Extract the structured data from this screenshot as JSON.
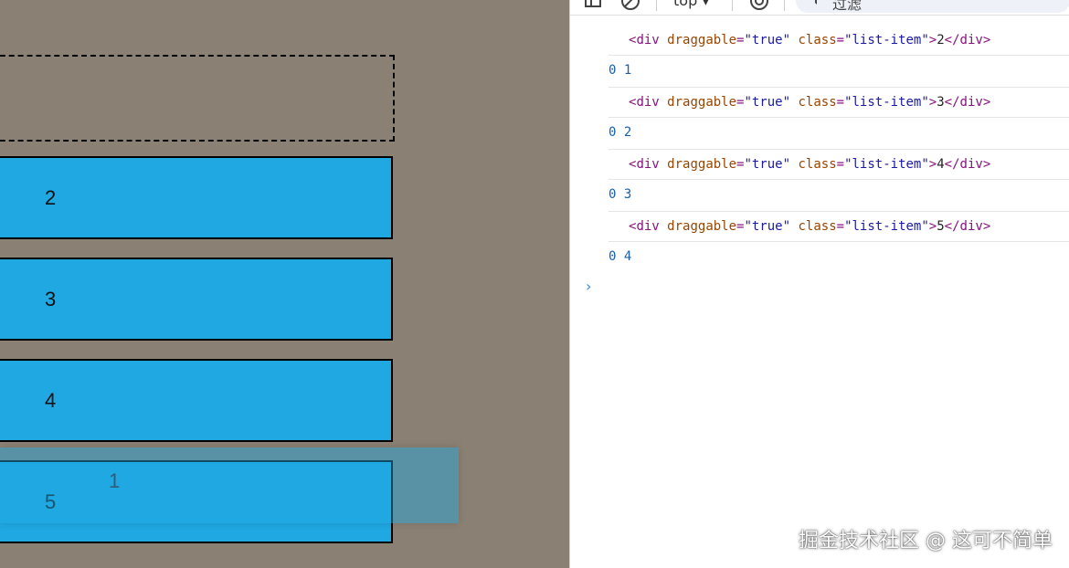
{
  "app": {
    "placeholder_label": "",
    "items": [
      {
        "label": "2"
      },
      {
        "label": "3"
      },
      {
        "label": "4"
      },
      {
        "label": "5"
      }
    ],
    "dragging_item": {
      "label": "1"
    }
  },
  "devtools": {
    "toolbar": {
      "context": "top",
      "context_caret": "▾",
      "filter_placeholder": "过滤",
      "icons": [
        "sidebar-icon",
        "clear-console-icon",
        "eye-icon",
        "funnel-icon"
      ]
    },
    "console": {
      "entries": [
        {
          "type": "element",
          "tag": "div",
          "attr1": "draggable",
          "val1": "\"true\"",
          "attr2": "class",
          "val2": "\"list-item\"",
          "text": "2"
        },
        {
          "type": "log",
          "text": "0 1"
        },
        {
          "type": "element",
          "tag": "div",
          "attr1": "draggable",
          "val1": "\"true\"",
          "attr2": "class",
          "val2": "\"list-item\"",
          "text": "3"
        },
        {
          "type": "log",
          "text": "0 2"
        },
        {
          "type": "element",
          "tag": "div",
          "attr1": "draggable",
          "val1": "\"true\"",
          "attr2": "class",
          "val2": "\"list-item\"",
          "text": "4"
        },
        {
          "type": "log",
          "text": "0 3"
        },
        {
          "type": "element",
          "tag": "div",
          "attr1": "draggable",
          "val1": "\"true\"",
          "attr2": "class",
          "val2": "\"list-item\"",
          "text": "5"
        },
        {
          "type": "log",
          "text": "0 4"
        }
      ],
      "prompt": "›"
    }
  },
  "watermark": "掘金技术社区 @ 这可不简单",
  "colors": {
    "item_bg": "#1fa8e2",
    "page_bg": "#8b8074",
    "tag": "#881280",
    "attr": "#994500",
    "value": "#1a1aa6",
    "log": "#1a5fa8"
  }
}
